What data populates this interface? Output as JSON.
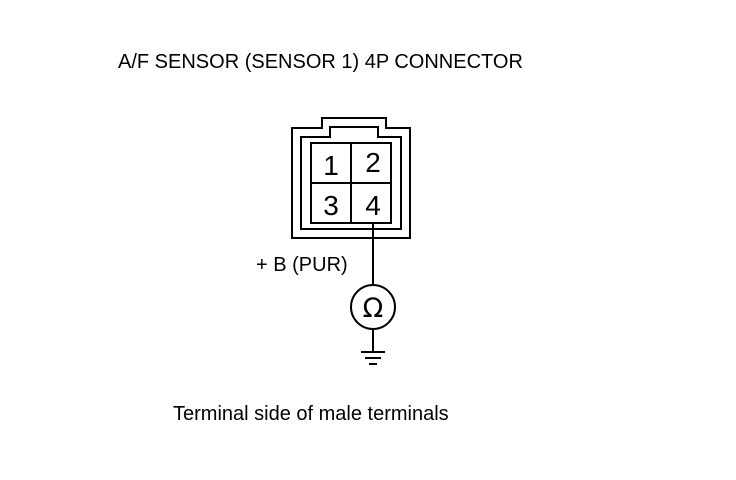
{
  "title": "A/F SENSOR (SENSOR 1) 4P CONNECTOR",
  "connector": {
    "pins": [
      "1",
      "2",
      "3",
      "4"
    ]
  },
  "wire_label": "+ B (PUR)",
  "meter_symbol": "Ω",
  "caption": "Terminal side of male terminals",
  "icons": {
    "meter": "ohmmeter-icon",
    "ground": "ground-icon"
  }
}
